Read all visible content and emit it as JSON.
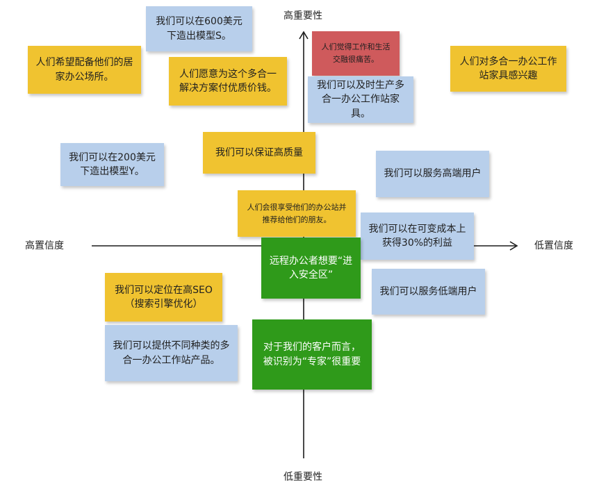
{
  "axes": {
    "top_label": "高重要性",
    "bottom_label": "低重要性",
    "left_label": "高置信度",
    "right_label": "低置信度"
  },
  "colors": {
    "yellow": "#f0c330",
    "blue": "#b8cfeb",
    "red": "#cf5a5c",
    "green": "#2f9a1a",
    "axis": "#1a1a1a"
  },
  "notes": [
    {
      "id": "n1",
      "color": "blue",
      "text": "我们可以在600美元下造出模型S。"
    },
    {
      "id": "n2",
      "color": "red",
      "text": "人们觉得工作和生活交融很痛苦。"
    },
    {
      "id": "n3",
      "color": "yellow",
      "text": "人们希望配备他们的居家办公场所。"
    },
    {
      "id": "n4",
      "color": "yellow",
      "text": "人们愿意为这个多合一解决方案付优质价钱。"
    },
    {
      "id": "n5",
      "color": "blue",
      "text": "我们可以及时生产多合一办公工作站家具。"
    },
    {
      "id": "n6",
      "color": "yellow",
      "text": "人们对多合一办公工作站家具感兴趣"
    },
    {
      "id": "n7",
      "color": "yellow",
      "text": "我们可以保证高质量"
    },
    {
      "id": "n8",
      "color": "blue",
      "text": "我们可以在200美元下造出模型Y。"
    },
    {
      "id": "n9",
      "color": "blue",
      "text": "我们可以服务高端用户"
    },
    {
      "id": "n10",
      "color": "yellow",
      "text": "人们会很享受他们的办公站并推荐给他们的朋友。"
    },
    {
      "id": "n11",
      "color": "blue",
      "text": "我们可以在可变成本上获得30%的利益"
    },
    {
      "id": "n12",
      "color": "green",
      "text": "远程办公者想要“进入安全区”"
    },
    {
      "id": "n13",
      "color": "yellow",
      "text": "我们可以定位在高SEO（搜索引擎优化）"
    },
    {
      "id": "n14",
      "color": "blue",
      "text": "我们可以服务低端用户"
    },
    {
      "id": "n15",
      "color": "blue",
      "text": "我们可以提供不同种类的多合一办公工作站产品。"
    },
    {
      "id": "n16",
      "color": "green",
      "text": "对于我们的客户而言，被识别为“专家”很重要"
    }
  ]
}
